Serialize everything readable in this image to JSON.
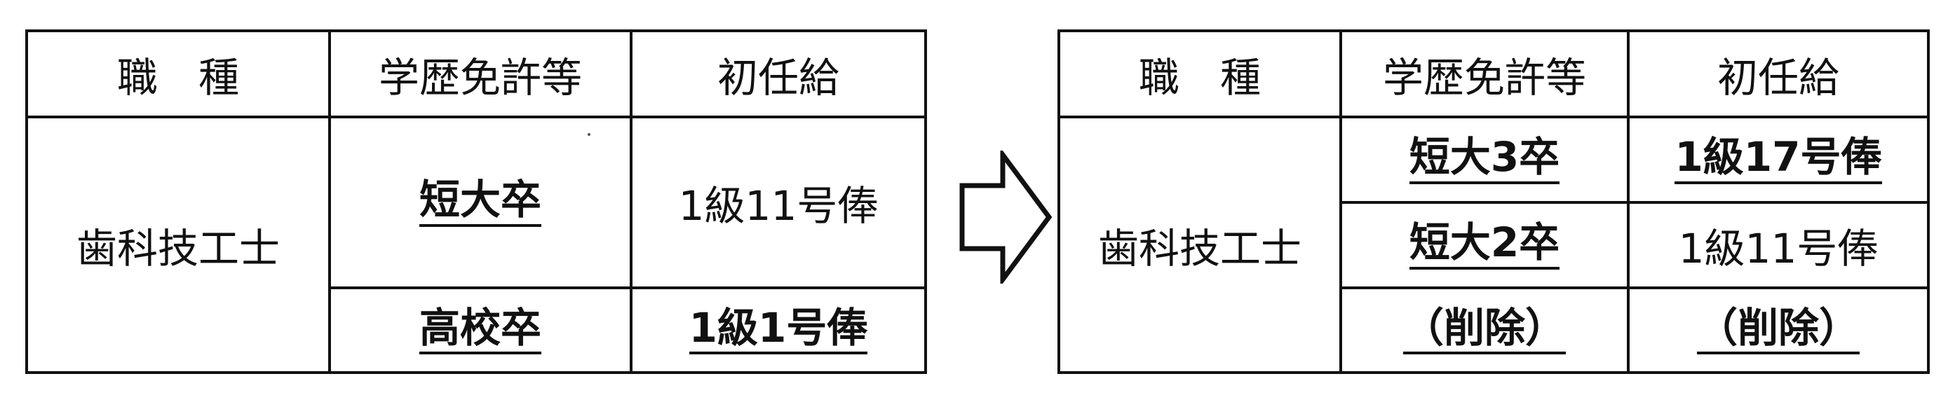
{
  "before": {
    "header": {
      "occupation": "職　種",
      "qualification": "学歴免許等",
      "starting_salary": "初任給"
    },
    "occupation_value": "歯科技工士",
    "rows": [
      {
        "qualification": "短大卒",
        "salary": "1級11号俸"
      },
      {
        "qualification": "高校卒",
        "salary": "1級1号俸"
      }
    ]
  },
  "after": {
    "header": {
      "occupation": "職　種",
      "qualification": "学歴免許等",
      "starting_salary": "初任給"
    },
    "occupation_value": "歯科技工士",
    "rows": [
      {
        "qualification": "短大3卒",
        "salary": "1級17号俸"
      },
      {
        "qualification": "短大2卒",
        "salary": "1級11号俸"
      },
      {
        "qualification": "（削除）",
        "salary": "（削除）"
      }
    ]
  },
  "arrow_icon": "right-arrow-outline-icon"
}
